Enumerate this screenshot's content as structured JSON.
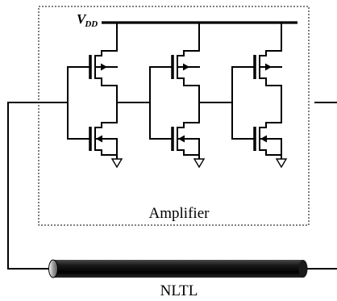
{
  "vdd_label": {
    "main": "V",
    "sub": "DD"
  },
  "amplifier_label": "Amplifier",
  "nltl_label": "NLTL",
  "stage_count": 3
}
